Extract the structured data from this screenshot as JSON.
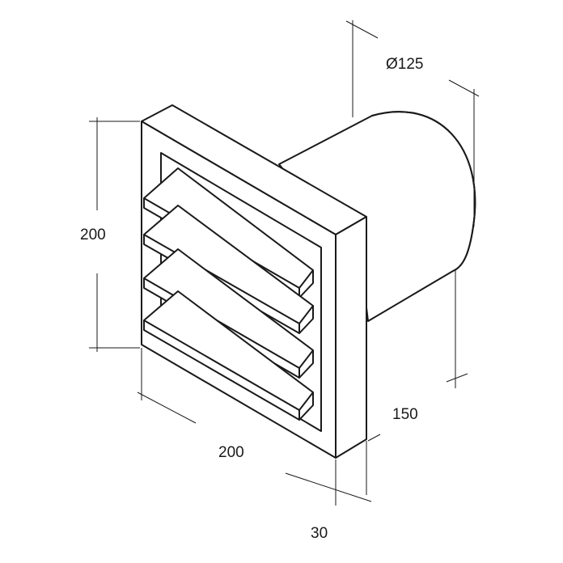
{
  "dimensions": {
    "height": "200",
    "width": "200",
    "frame_depth": "30",
    "duct_length": "150",
    "duct_diameter": "Ø125"
  },
  "colors": {
    "line": "#1a1a1a",
    "background": "#ffffff"
  }
}
